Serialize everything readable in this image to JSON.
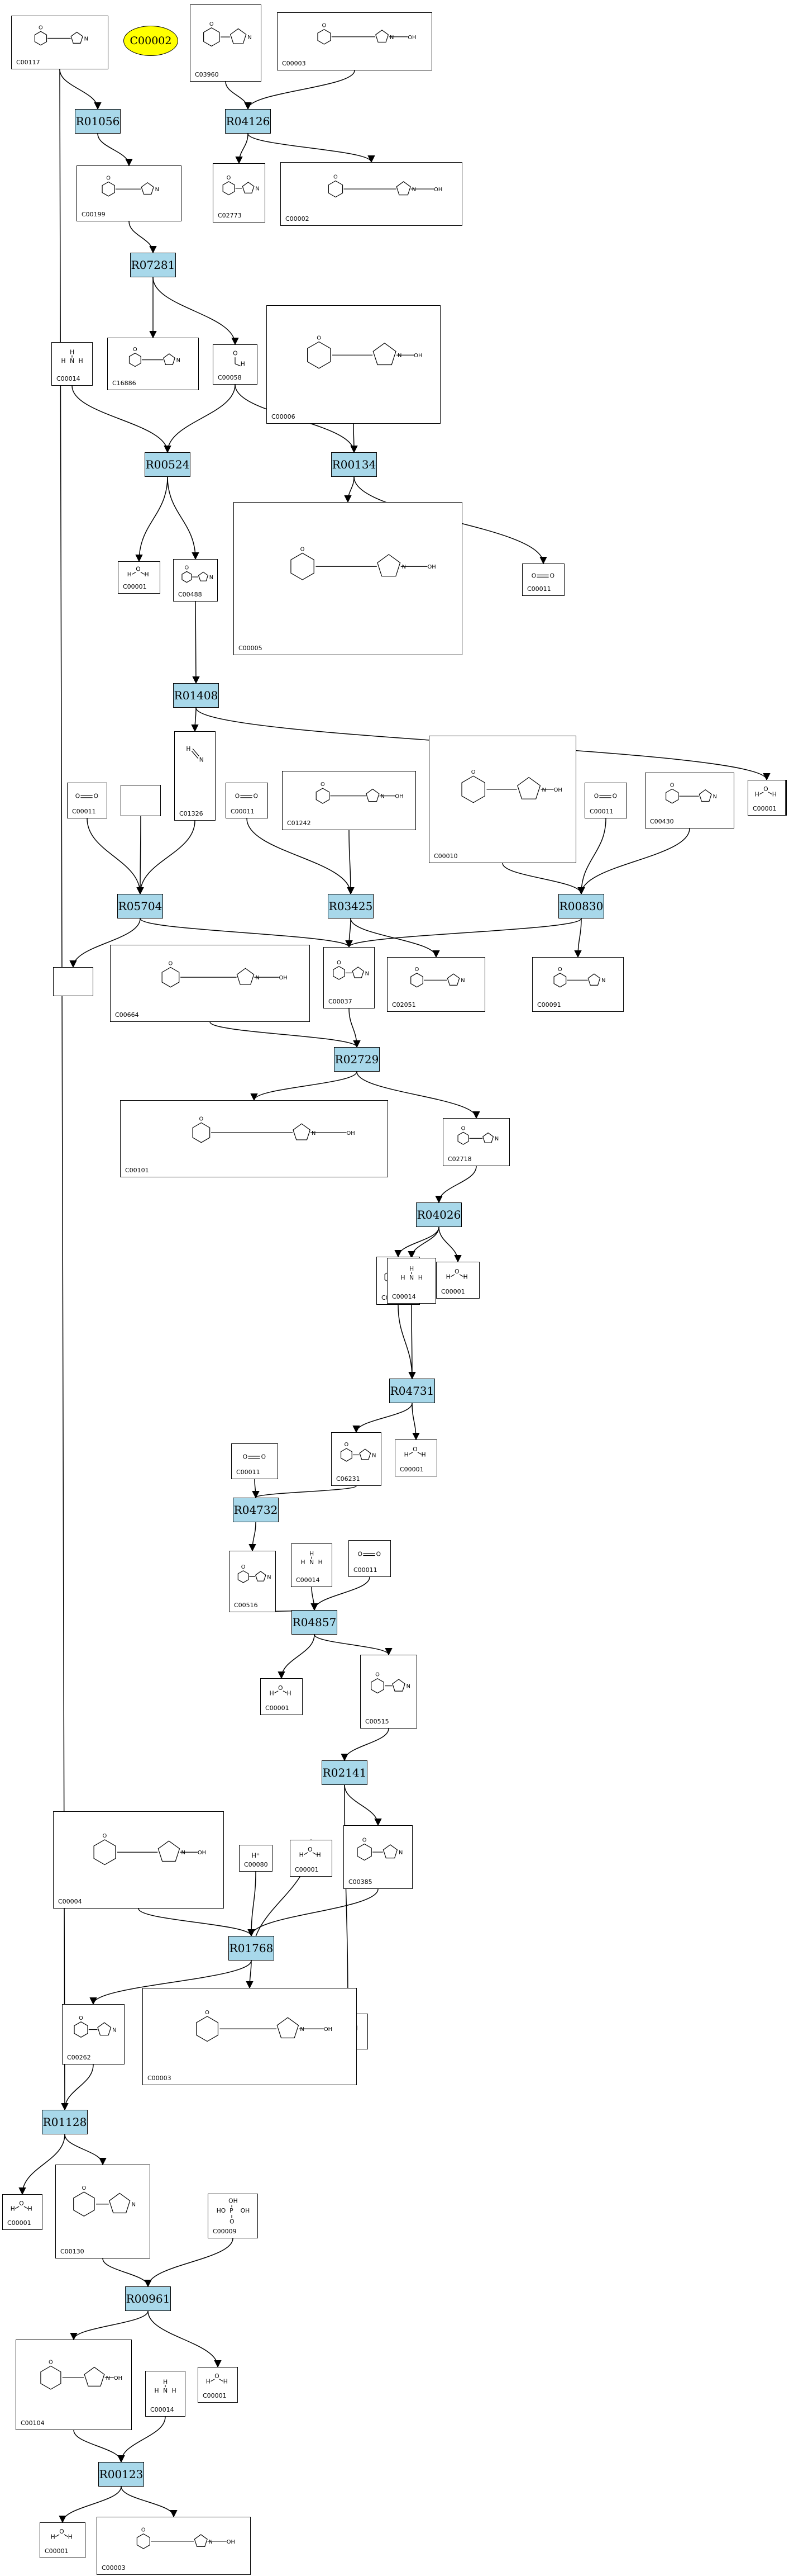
{
  "colors": {
    "reaction_fill": "#a8d8ea",
    "highlight_fill": "#ffff00",
    "line": "#000000",
    "background": "#ffffff"
  },
  "highlight": {
    "label": "C00002"
  },
  "reactions": [
    "R01056",
    "R04126",
    "R07281",
    "R00524",
    "R00134",
    "R01408",
    "R05704",
    "R03425",
    "R00830",
    "R02729",
    "R04026",
    "R04731",
    "R04732",
    "R04857",
    "R02141",
    "R01768",
    "R01128",
    "R00961",
    "R00123"
  ],
  "compounds": [
    {
      "key": "a",
      "id": "C00117",
      "structure": "ribose-5-phosphate"
    },
    {
      "key": "b",
      "id": "C03960",
      "structure": "glycerone-phosphate-ester"
    },
    {
      "key": "c",
      "id": "C00003",
      "structure": "adenosine-monophosphate"
    },
    {
      "key": "d",
      "id": "C00199",
      "structure": "ribulose-5-phosphate"
    },
    {
      "key": "e",
      "id": "C02773",
      "structure": "acyl-glycerol"
    },
    {
      "key": "f",
      "id": "C00002",
      "structure": "adenosine-triphosphate"
    },
    {
      "key": "g",
      "id": "C00014",
      "structure": "ammonia"
    },
    {
      "key": "h",
      "id": "C16886",
      "structure": "hydroxy-oxo-butyl-phosphate"
    },
    {
      "key": "i",
      "id": "C00058",
      "structure": "formaldehyde"
    },
    {
      "key": "j",
      "id": "C00006",
      "structure": "nad-phosphate"
    },
    {
      "key": "k",
      "id": "C00001",
      "structure": "water"
    },
    {
      "key": "l",
      "id": "C00488",
      "structure": "formamide"
    },
    {
      "key": "m",
      "id": "C00005",
      "structure": "nadph"
    },
    {
      "key": "n",
      "id": "C00011",
      "structure": "carbon-dioxide"
    },
    {
      "key": "o",
      "id": "C00001",
      "structure": "water"
    },
    {
      "key": "p",
      "id": "C00011",
      "structure": "carbon-dioxide"
    },
    {
      "key": "q",
      "id": "",
      "structure": "empty"
    },
    {
      "key": "r",
      "id": "C01326",
      "structure": "hydrogen-cyanide"
    },
    {
      "key": "s",
      "id": "C00011",
      "structure": "carbon-dioxide"
    },
    {
      "key": "t",
      "id": "C01242",
      "structure": "lipoyl-amide"
    },
    {
      "key": "u",
      "id": "C00010",
      "structure": "coenzyme-a"
    },
    {
      "key": "v",
      "id": "C00011",
      "structure": "carbon-dioxide"
    },
    {
      "key": "w",
      "id": "C00430",
      "structure": "amino-oxo-acid"
    },
    {
      "key": "x",
      "id": "C00001",
      "structure": "water"
    },
    {
      "key": "y",
      "id": "",
      "structure": "empty"
    },
    {
      "key": "z",
      "id": "C00664",
      "structure": "formyl-tetrahydrofolate"
    },
    {
      "key": "aa",
      "id": "C00037",
      "structure": "glycinamide"
    },
    {
      "key": "ab",
      "id": "C02051",
      "structure": "lipoyl-dithiolane"
    },
    {
      "key": "ac",
      "id": "C00091",
      "structure": "succinyl-coa"
    },
    {
      "key": "ad",
      "id": "C00101",
      "structure": "tetrahydrofolate"
    },
    {
      "key": "ae",
      "id": "C02718",
      "structure": "formyl-imino-acid"
    },
    {
      "key": "af",
      "id": "C03095",
      "structure": "imidazolone"
    },
    {
      "key": "ag",
      "id": "C00014",
      "structure": "ammonia"
    },
    {
      "key": "ah",
      "id": "C00001",
      "structure": "water"
    },
    {
      "key": "ai",
      "id": "C00011",
      "structure": "carbon-dioxide"
    },
    {
      "key": "aj",
      "id": "C06231",
      "structure": "imidazole-carbonitrile"
    },
    {
      "key": "ak",
      "id": "C00001",
      "structure": "water"
    },
    {
      "key": "al",
      "id": "C00516",
      "structure": "carboxy-imidazole"
    },
    {
      "key": "am",
      "id": "C00014",
      "structure": "ammonia"
    },
    {
      "key": "an",
      "id": "C00011",
      "structure": "carbon-dioxide"
    },
    {
      "key": "ao",
      "id": "C00001",
      "structure": "water"
    },
    {
      "key": "ap",
      "id": "C00515",
      "structure": "carboxamide-imidazole"
    },
    {
      "key": "aq",
      "id": "C00004",
      "structure": "nadh"
    },
    {
      "key": "ar",
      "id": "C00080",
      "structure": "proton"
    },
    {
      "key": "as",
      "id": "C00001",
      "structure": "water"
    },
    {
      "key": "at",
      "id": "C00385",
      "structure": "purine-dione"
    },
    {
      "key": "au",
      "id": "C00001",
      "structure": "water"
    },
    {
      "key": "av",
      "id": "C00262",
      "structure": "hypoxanthine"
    },
    {
      "key": "aw",
      "id": "C00003",
      "structure": "nad"
    },
    {
      "key": "ax",
      "id": "C00001",
      "structure": "water"
    },
    {
      "key": "ay",
      "id": "C00130",
      "structure": "inosine-monophosphate"
    },
    {
      "key": "az",
      "id": "C00009",
      "structure": "orthophosphate"
    },
    {
      "key": "ba",
      "id": "C00104",
      "structure": "inosine-diphosphate"
    },
    {
      "key": "bb",
      "id": "C00014",
      "structure": "ammonia"
    },
    {
      "key": "bc",
      "id": "C00001",
      "structure": "water"
    },
    {
      "key": "bd",
      "id": "C00001",
      "structure": "water"
    },
    {
      "key": "be",
      "id": "C00003",
      "structure": "adenosine-monophosphate"
    }
  ]
}
